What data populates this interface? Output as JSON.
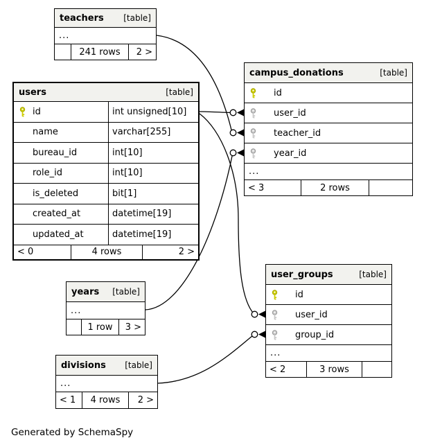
{
  "page": {
    "generator_note": "Generated by SchemaSpy"
  },
  "tables": {
    "teachers": {
      "name": "teachers",
      "tag": "[table]",
      "ellipsis": "...",
      "footer": {
        "left": "",
        "center": "241 rows",
        "right": "2 >"
      }
    },
    "users": {
      "name": "users",
      "tag": "[table]",
      "columns": [
        {
          "name": "id",
          "type": "int unsigned[10]",
          "key": "primary"
        },
        {
          "name": "name",
          "type": "varchar[255]"
        },
        {
          "name": "bureau_id",
          "type": "int[10]"
        },
        {
          "name": "role_id",
          "type": "int[10]"
        },
        {
          "name": "is_deleted",
          "type": "bit[1]"
        },
        {
          "name": "created_at",
          "type": "datetime[19]"
        },
        {
          "name": "updated_at",
          "type": "datetime[19]"
        }
      ],
      "footer": {
        "left": "< 0",
        "center": "4 rows",
        "right": "2 >"
      }
    },
    "campus_donations": {
      "name": "campus_donations",
      "tag": "[table]",
      "ellipsis": "...",
      "columns": [
        {
          "name": "id",
          "key": "primary"
        },
        {
          "name": "user_id",
          "key": "foreign"
        },
        {
          "name": "teacher_id",
          "key": "foreign"
        },
        {
          "name": "year_id",
          "key": "foreign"
        }
      ],
      "footer": {
        "left": "< 3",
        "center": "2 rows",
        "right": ""
      }
    },
    "user_groups": {
      "name": "user_groups",
      "tag": "[table]",
      "ellipsis": "...",
      "columns": [
        {
          "name": "id",
          "key": "primary"
        },
        {
          "name": "user_id",
          "key": "foreign"
        },
        {
          "name": "group_id",
          "key": "foreign"
        }
      ],
      "footer": {
        "left": "< 2",
        "center": "3 rows",
        "right": ""
      }
    },
    "years": {
      "name": "years",
      "tag": "[table]",
      "ellipsis": "...",
      "footer": {
        "left": "",
        "center": "1 row",
        "right": "3 >"
      }
    },
    "divisions": {
      "name": "divisions",
      "tag": "[table]",
      "ellipsis": "...",
      "footer": {
        "left": "< 1",
        "center": "4 rows",
        "right": "2 >"
      }
    }
  },
  "relationships": [
    {
      "parent": "users.id",
      "child": "campus_donations.user_id"
    },
    {
      "parent": "teachers",
      "child": "campus_donations.teacher_id"
    },
    {
      "parent": "years",
      "child": "campus_donations.year_id"
    },
    {
      "parent": "users.id",
      "child": "user_groups.user_id"
    },
    {
      "parent": "divisions",
      "child": "user_groups.group_id"
    }
  ],
  "colors": {
    "primary_key": "#cccc00",
    "foreign_key": "#c8c8c8",
    "header_bg": "#f2f2ee",
    "border": "#000000"
  }
}
